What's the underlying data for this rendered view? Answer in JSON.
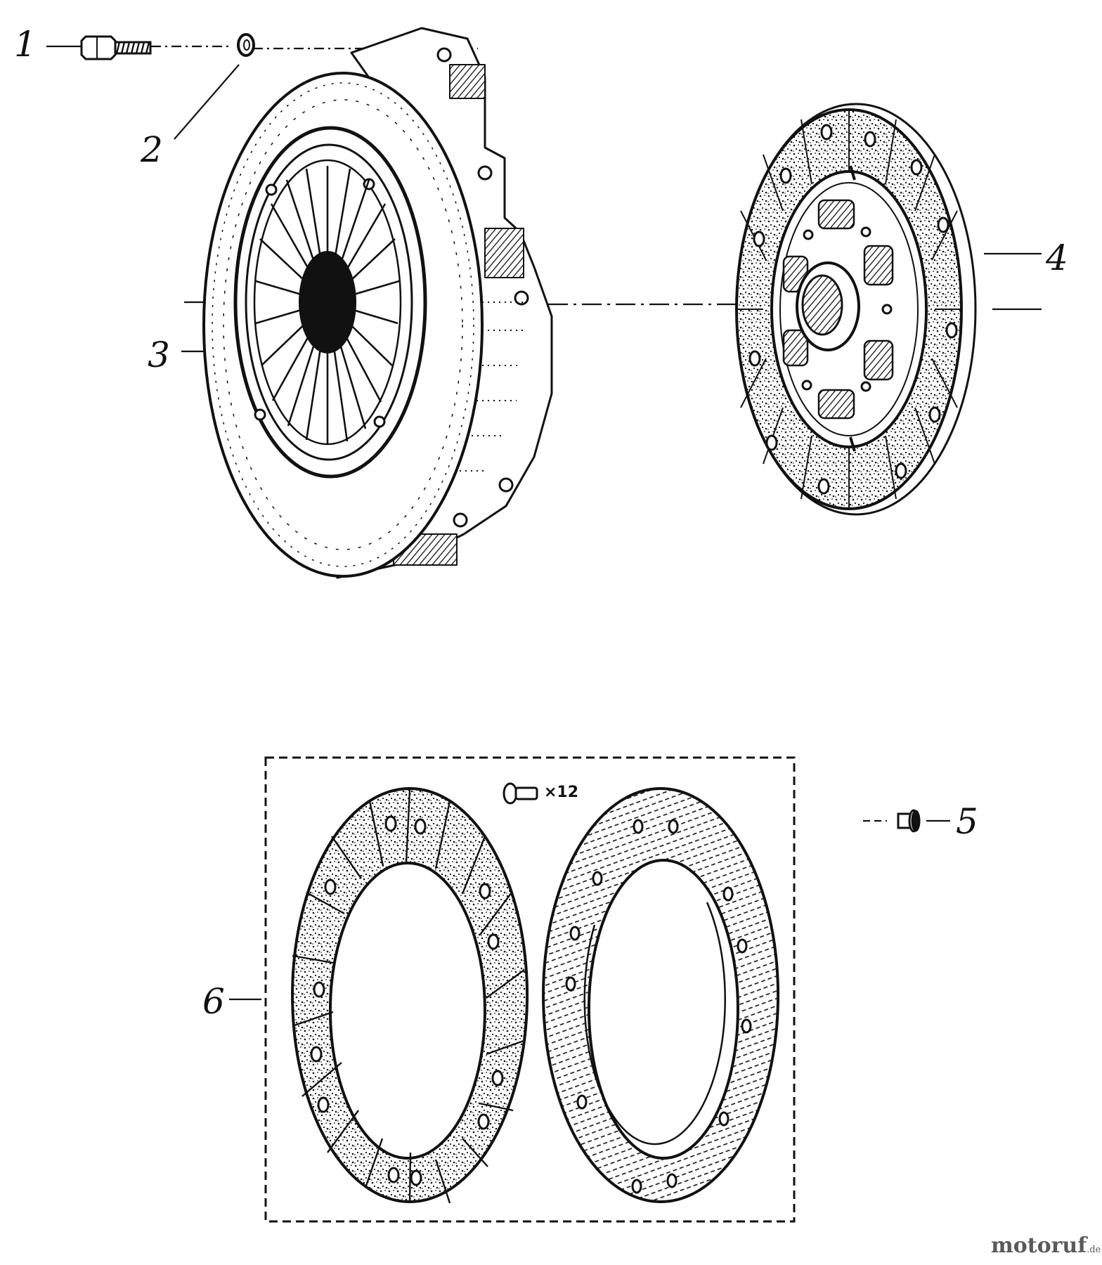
{
  "callouts": [
    "1",
    "2",
    "3",
    "4",
    "5",
    "6"
  ],
  "kit_quantity": "×12",
  "watermark": {
    "name": "motoruf",
    "suffix": ".de"
  },
  "colors": {
    "ink": "#111111",
    "paper": "#ffffff",
    "watermark": "#5a5a5a"
  }
}
